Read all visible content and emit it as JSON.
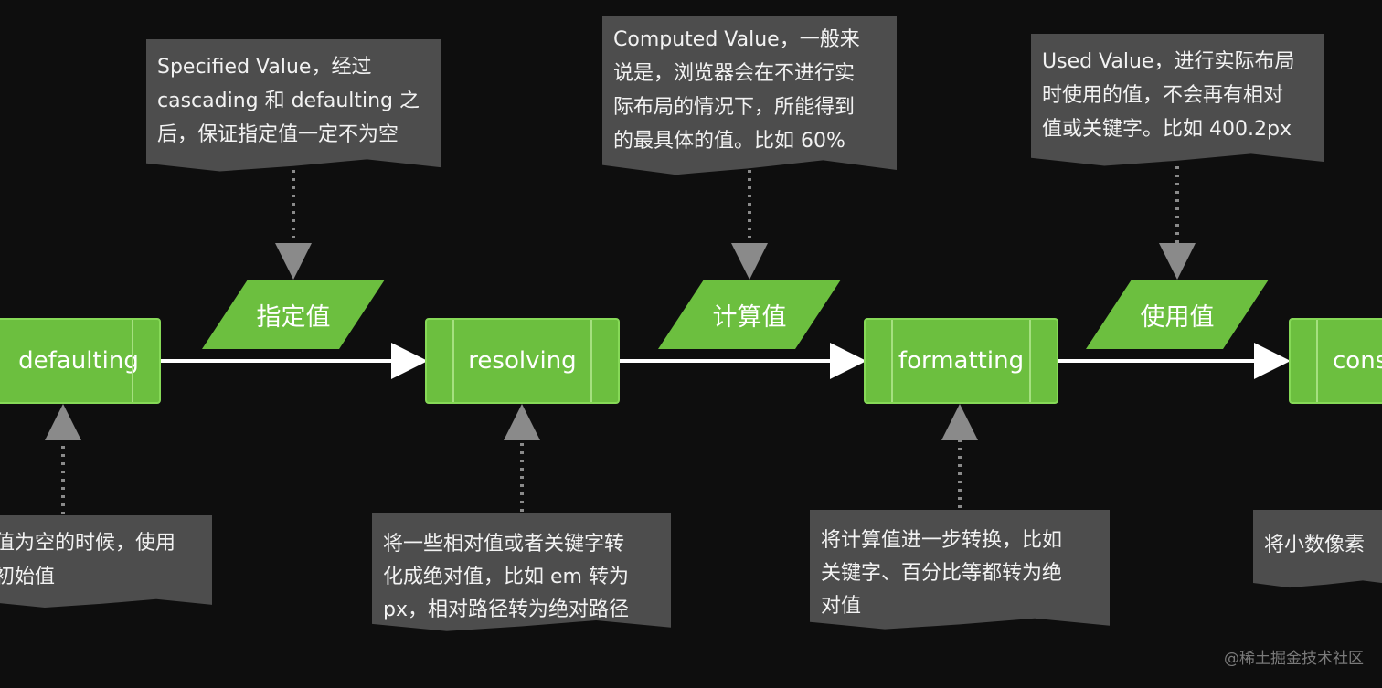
{
  "processes": {
    "defaulting": "defaulting",
    "resolving": "resolving",
    "formatting": "formatting",
    "constraining": "cons"
  },
  "values": {
    "specified": "指定值",
    "computed": "计算值",
    "used": "使用值"
  },
  "notes": {
    "specified": [
      "Specified Value，经过",
      "cascading 和 defaulting 之",
      "后，保证指定值一定不为空"
    ],
    "computed": [
      "Computed Value，一般来",
      "说是，浏览器会在不进行实",
      "际布局的情况下，所能得到",
      "的最具体的值。比如 60%"
    ],
    "used": [
      "Used Value，进行实际布局",
      "时使用的值，不会再有相对",
      "值或关键字。比如 400.2px"
    ],
    "defaulting": [
      "值为空的时候，使用",
      "初始值"
    ],
    "resolving": [
      "将一些相对值或者关键字转",
      "化成绝对值，比如 em 转为",
      "px，相对路径转为绝对路径"
    ],
    "formatting": [
      "将计算值进一步转换，比如",
      "关键字、百分比等都转为绝",
      "对值"
    ],
    "constraining": [
      "将小数像素"
    ]
  },
  "watermark": "@稀土掘金技术社区",
  "colors": {
    "green": "#6cbf3f",
    "note": "#4d4d4d",
    "background": "#0e0e0e"
  }
}
